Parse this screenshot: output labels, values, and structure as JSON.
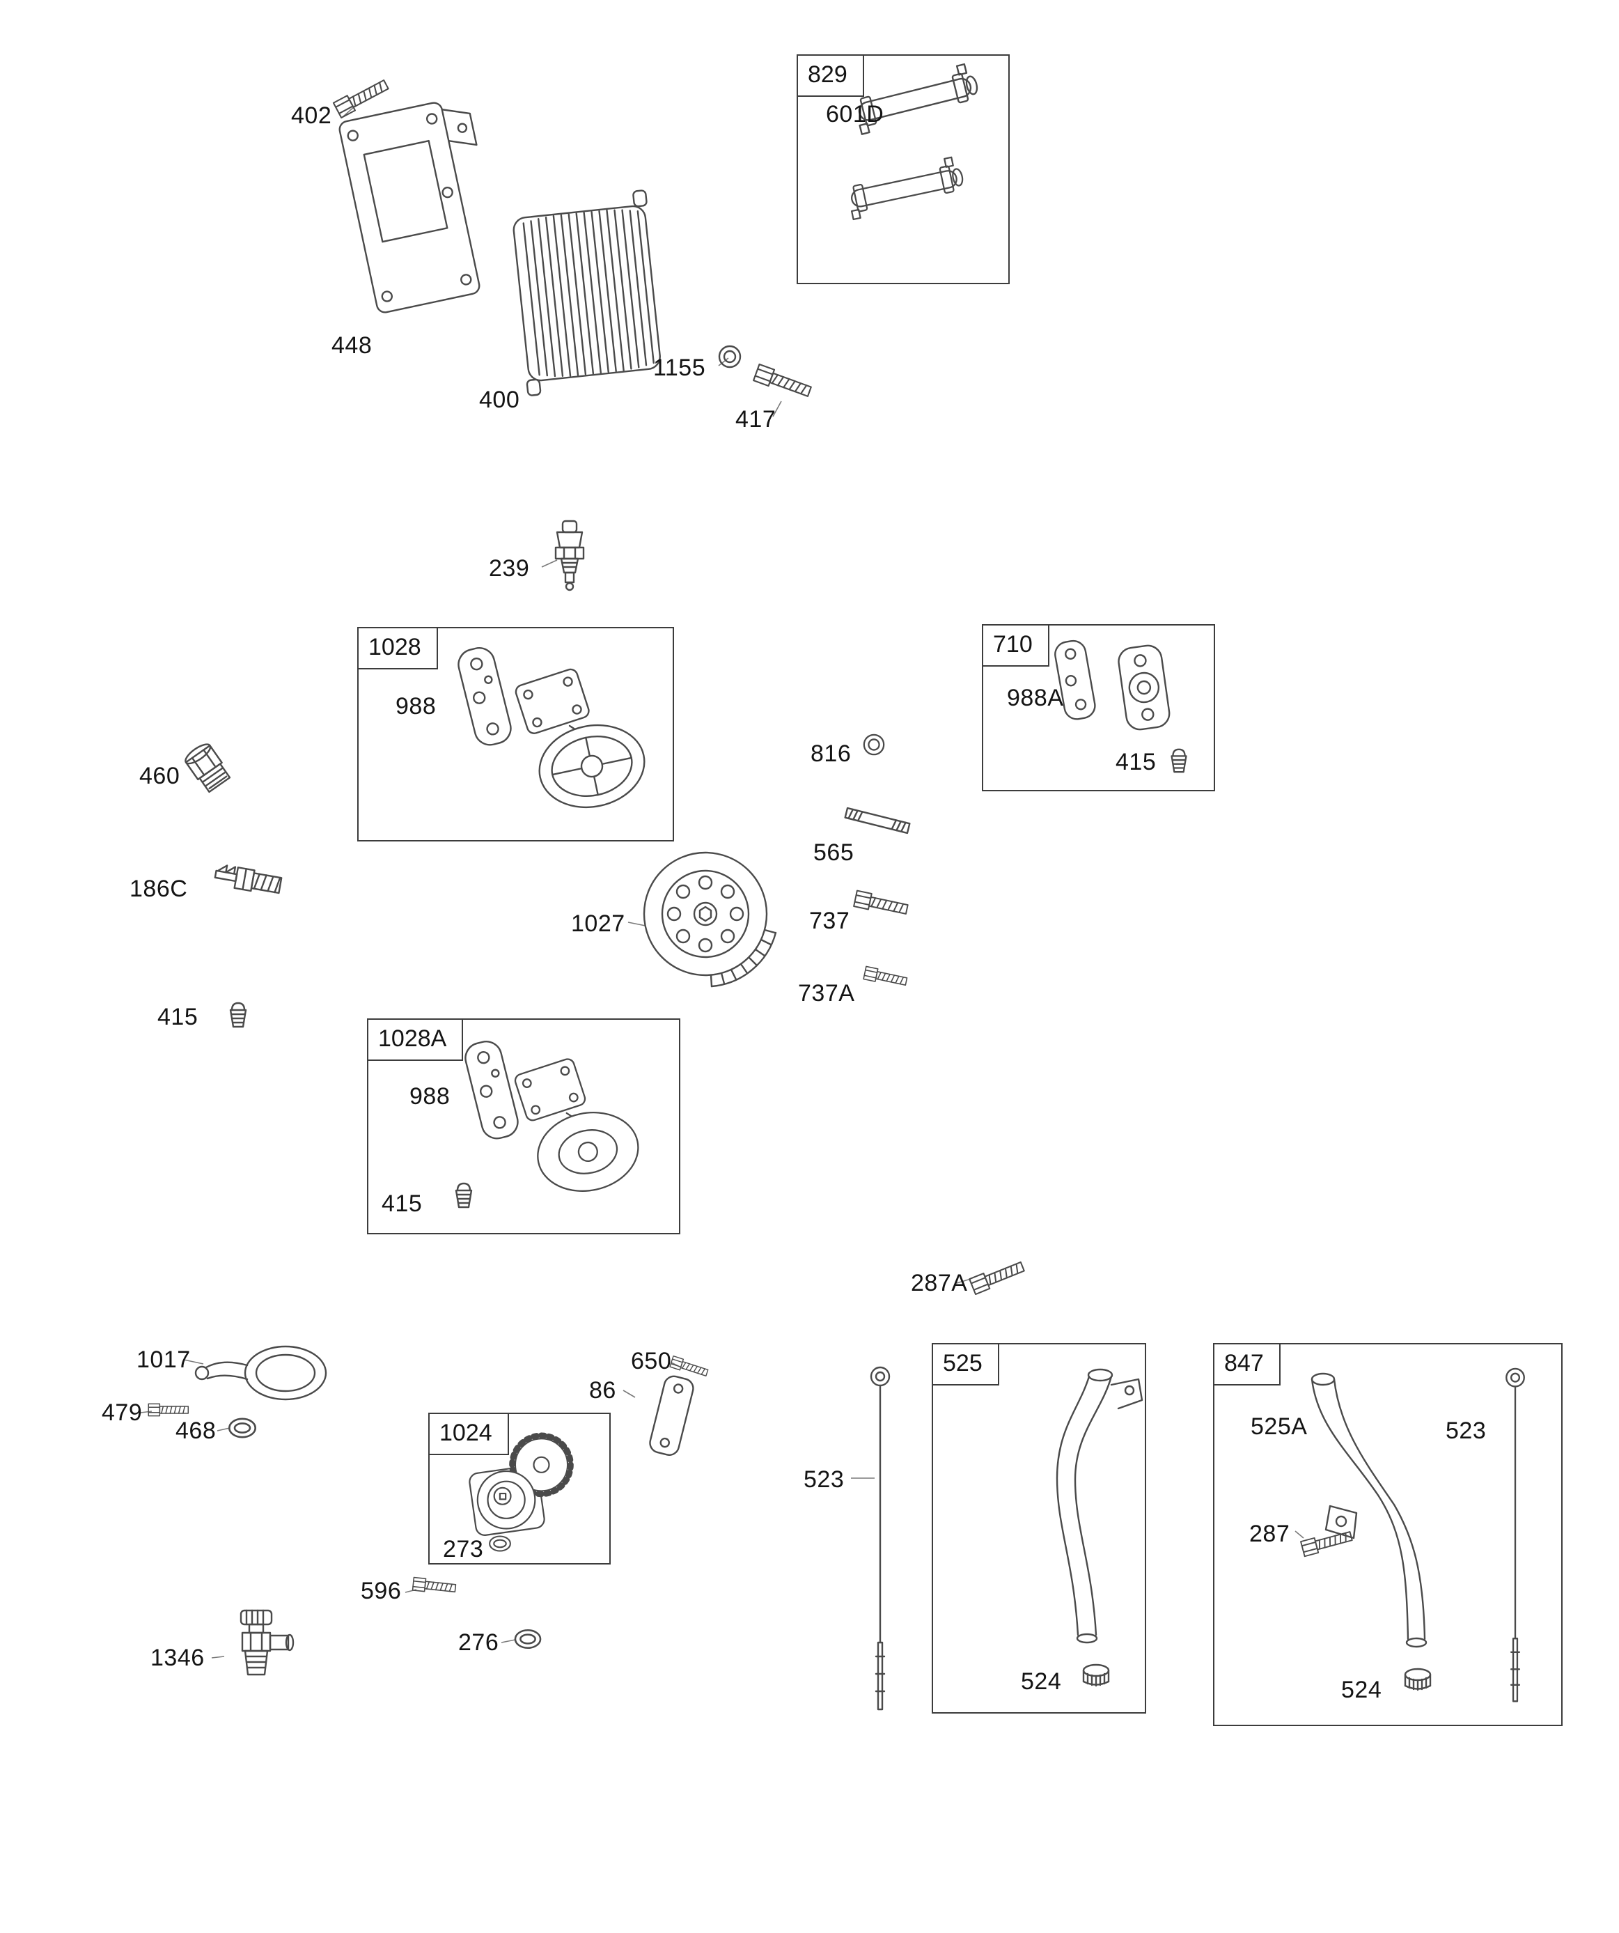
{
  "diagram": {
    "background": "#ffffff",
    "line_color": "#4a4a4a",
    "parts": {
      "p402": "402",
      "p448": "448",
      "p400": "400",
      "p1155": "1155",
      "p417": "417",
      "box829": "829",
      "p601D": "601D",
      "p239": "239",
      "box1028": "1028",
      "p988_a": "988",
      "box710": "710",
      "p988A": "988A",
      "p415_710": "415",
      "p460": "460",
      "p816": "816",
      "p565": "565",
      "p186C": "186C",
      "p1027": "1027",
      "p737": "737",
      "p737A": "737A",
      "p415_left": "415",
      "box1028A": "1028A",
      "p988_b": "988",
      "p415_1028A": "415",
      "p287A": "287A",
      "p1017": "1017",
      "p479": "479",
      "p468": "468",
      "p650": "650",
      "p86": "86",
      "box1024": "1024",
      "p273": "273",
      "p596": "596",
      "p276": "276",
      "p1346": "1346",
      "p523_left": "523",
      "box525": "525",
      "p524_525": "524",
      "box847": "847",
      "p525A": "525A",
      "p523_847": "523",
      "p287": "287",
      "p524_847": "524"
    }
  }
}
